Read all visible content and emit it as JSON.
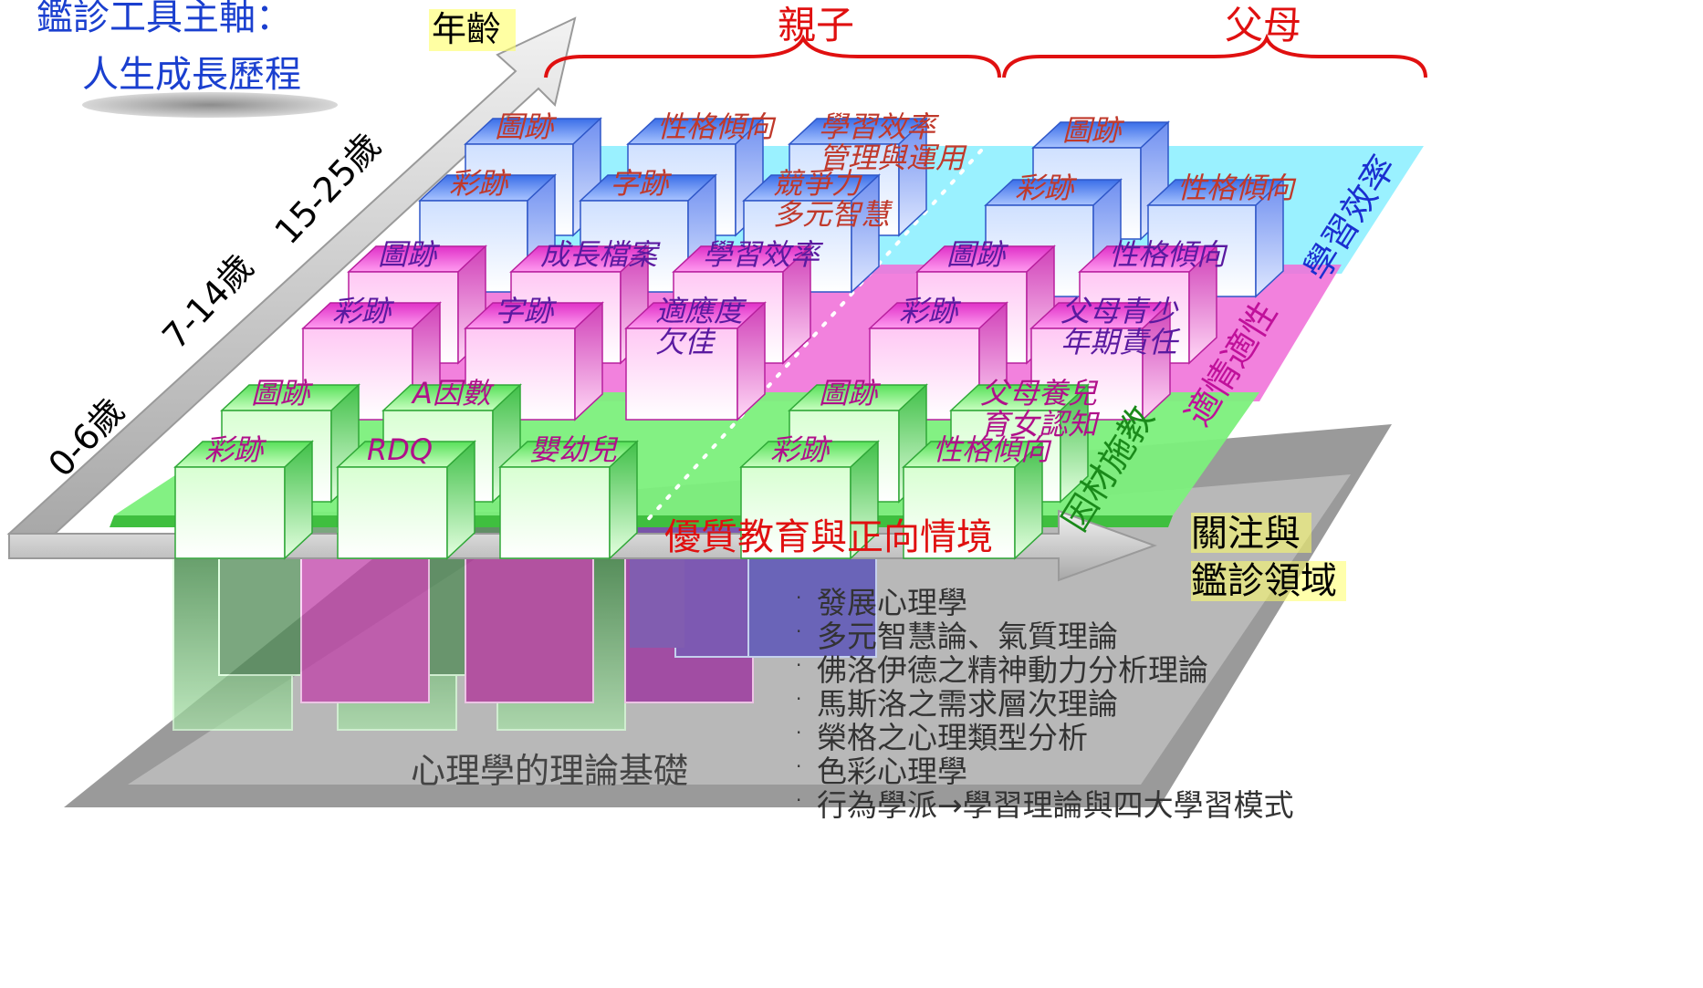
{
  "title": {
    "line1": "鑑診工具主軸：",
    "line2": "人生成長歷程"
  },
  "axes": {
    "age_label": "年齡",
    "age_groups": [
      "0-6歲",
      "7-14歲",
      "15-25歲"
    ],
    "focus_label_line1": "關注與",
    "focus_label_line2": "鑑診領域"
  },
  "braces": {
    "child": "親子",
    "parent": "父母"
  },
  "platform_labels": {
    "green": "因材施教",
    "pink": "適情適性",
    "cyan": "學習效率",
    "base": "優質教育與正向情境",
    "foundation": "心理學的理論基礎"
  },
  "cubes": {
    "green": [
      "圖跡",
      "A因數",
      "彩跡",
      "RDQ",
      "嬰幼兒",
      "圖跡",
      "父母養兒育女認知",
      "彩跡",
      "性格傾向"
    ],
    "pink": [
      "圖跡",
      "成長檔案",
      "學習效率",
      "彩跡",
      "字跡",
      "適應度欠佳",
      "圖跡",
      "性格傾向",
      "彩跡",
      "父母青少年期責任"
    ],
    "blue": [
      "圖跡",
      "性格傾向",
      "學習效率管理與運用",
      "彩跡",
      "字跡",
      "競爭力多元智慧",
      "圖跡",
      "彩跡",
      "性格傾向"
    ]
  },
  "theories": [
    "發展心理學",
    "多元智慧論、氣質理論",
    "佛洛伊德之精神動力分析理論",
    "馬斯洛之需求層次理論",
    "榮格之心理類型分析",
    "色彩心理學",
    "行為學派→學習理論與四大學習模式"
  ],
  "colors": {
    "title": "#1a3fcf",
    "cube_text_blue_layer": "#c0392b",
    "cube_text_pink_layer": "#5a1aa0",
    "cube_text_green_layer": "#b0108a",
    "green_label": "#1a8a1a",
    "pink_label": "#c0109a",
    "cyan_label": "#1a2fd0",
    "base_label": "#e01010",
    "brace": "#e01010",
    "theory_text": "#333333"
  }
}
